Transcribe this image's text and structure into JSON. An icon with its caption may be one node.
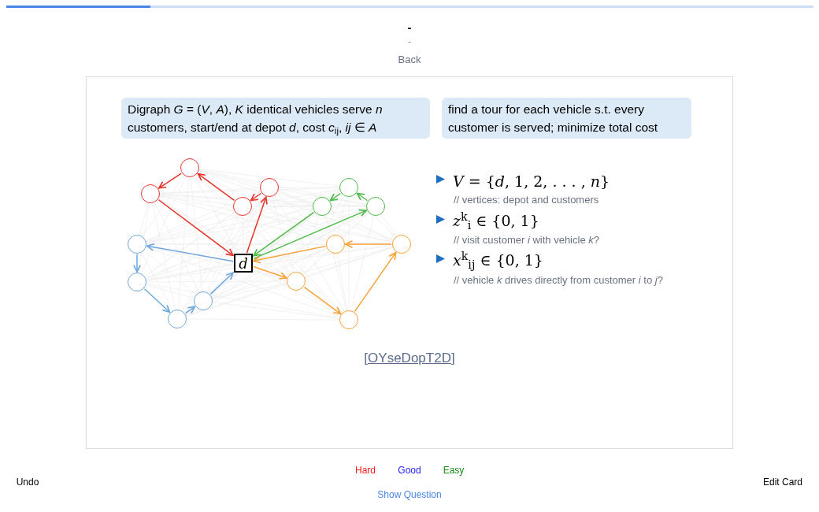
{
  "diagram": {
    "nodes": [
      {
        "text": [
          "Digraph *G* = (*V*, *A*), *K* identical vehicles serve *n* customers, start/end at depot *d*, cost *c*$_{ij}$, *ij* ∈ *A*"
        ]
      },
      {
        "text": [
          "find a tour for each vehicle s.t. every customer is served; minimize total cost"
        ]
      },
      {
        "text": [
          "*d*"
        ]
      },
      {
        "text": [],
        "shape": "circle"
      },
      {
        "text": [],
        "shape": "circle"
      },
      {
        "text": [],
        "shape": "circle"
      },
      {
        "text": [],
        "shape": "circle"
      },
      {
        "text": [],
        "shape": "circle"
      },
      {
        "text": [],
        "shape": "circle"
      },
      {
        "text": [],
        "shape": "circle"
      },
      {
        "text": [],
        "shape": "circle"
      },
      {
        "text": [],
        "shape": "circle"
      },
      {
        "text": [],
        "shape": "circle"
      },
      {
        "text": [],
        "shape": "circle"
      },
      {
        "text": [],
        "shape": "circle"
      },
      {
        "text": [],
        "shape": "circle"
      },
      {
        "text": [],
        "shape": "circle"
      },
      {
        "text": [],
        "shape": "circle"
      }
    ],
    "edges": [
      {
        "from": 5,
        "to": 3,
        "arrow": "to",
        "color": "#e8352c"
      },
      {
        "from": 3,
        "to": 4,
        "arrow": "to",
        "color": "#e8352c"
      },
      {
        "from": 4,
        "to": 2,
        "arrow": "to",
        "color": "#e8352c"
      },
      {
        "from": 2,
        "to": 6,
        "arrow": "to",
        "color": "#e8352c"
      },
      {
        "from": 6,
        "to": 5,
        "arrow": "to",
        "color": "#e8352c"
      },
      {
        "from": 9,
        "to": 2,
        "arrow": "to",
        "color": "#4cbb47"
      },
      {
        "from": 7,
        "to": 9,
        "arrow": "to",
        "color": "#4cbb47"
      },
      {
        "from": 8,
        "to": 7,
        "arrow": "to",
        "color": "#4cbb47"
      },
      {
        "from": 2,
        "to": 8,
        "arrow": "to",
        "color": "#4cbb47"
      },
      {
        "from": 10,
        "to": 2,
        "arrow": "to",
        "color": "#f8a236"
      },
      {
        "from": 11,
        "to": 10,
        "arrow": "to",
        "color": "#f8a236"
      },
      {
        "from": 13,
        "to": 11,
        "arrow": "to",
        "color": "#f8a236"
      },
      {
        "from": 12,
        "to": 13,
        "arrow": "to",
        "color": "#f8a236"
      },
      {
        "from": 2,
        "to": 12,
        "arrow": "to",
        "color": "#f8a236"
      },
      {
        "from": 2,
        "to": 14,
        "arrow": "to",
        "color": "#6fa8dc"
      },
      {
        "from": 14,
        "to": 15,
        "arrow": "to",
        "color": "#6fa8dc"
      },
      {
        "from": 15,
        "to": 16,
        "arrow": "to",
        "color": "#6fa8dc"
      },
      {
        "from": 16,
        "to": 17,
        "arrow": "to",
        "color": "#6fa8dc"
      },
      {
        "from": 17,
        "to": 2,
        "arrow": "to",
        "color": "#6fa8dc"
      }
    ],
    "labels": [
      "-",
      "-",
      "Back",
      "*V* = {*d*, 1, 2, . . . , *n*}",
      "// vertices: depot and customers",
      "*z*$^{k}$$_{i}$ ∈ {0, 1}",
      "// visit customer *i* with vehicle *k*?",
      "*x*$^{k}$$_{ij}$ ∈ {0, 1}",
      "// vehicle *k* drives directly from customer *i* to *j*?",
      "[OYseDopT2D]",
      "Hard",
      "Good",
      "Easy",
      "Undo",
      "Edit Card",
      "Show Question"
    ]
  }
}
